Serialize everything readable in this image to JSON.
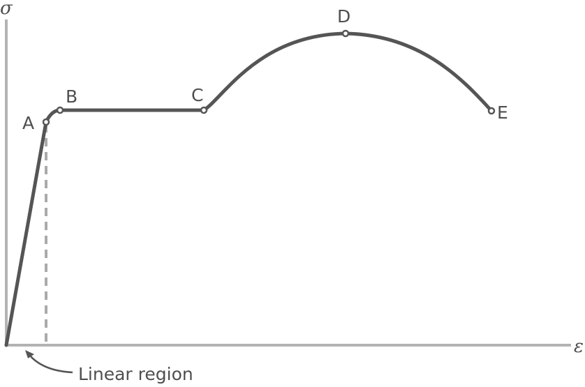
{
  "axes": {
    "y_symbol": "σ",
    "x_symbol": "ε"
  },
  "points": [
    {
      "id": "A",
      "label": "A"
    },
    {
      "id": "B",
      "label": "B"
    },
    {
      "id": "C",
      "label": "C"
    },
    {
      "id": "D",
      "label": "D"
    },
    {
      "id": "E",
      "label": "E"
    }
  ],
  "annotation": {
    "text": "Linear region"
  },
  "colors": {
    "axis": "#b3b3b3",
    "curve": "#555555",
    "dashed": "#aaaaaa",
    "text": "#4f4f4f"
  }
}
